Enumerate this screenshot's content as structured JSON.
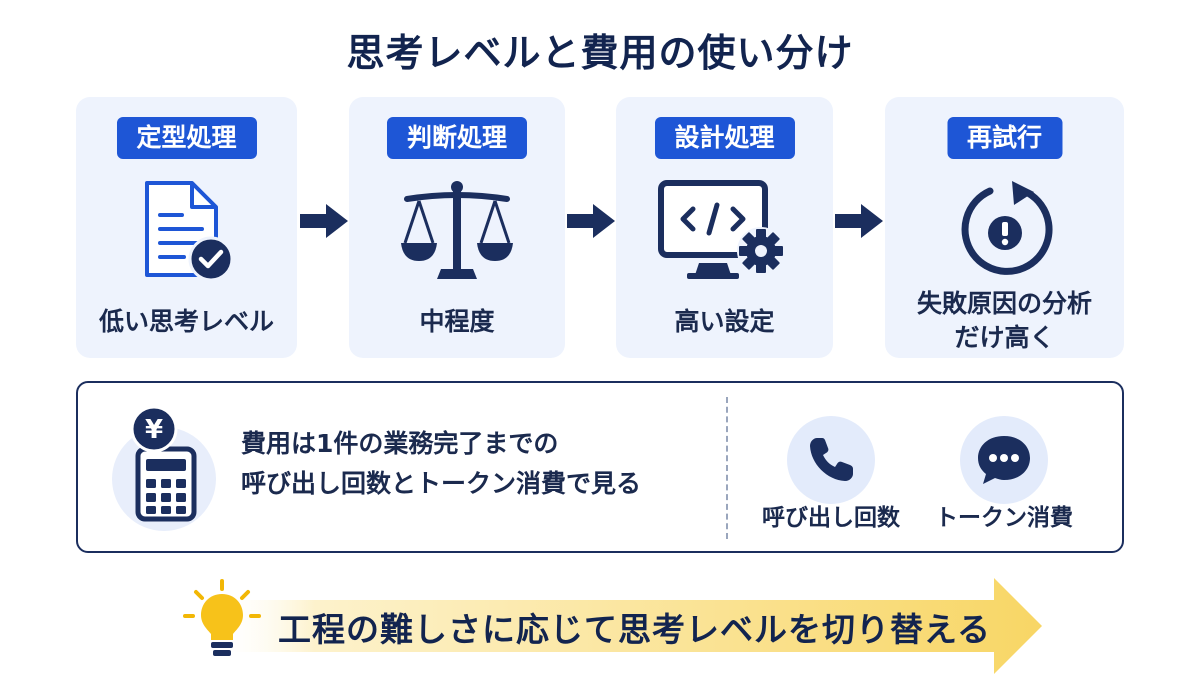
{
  "title": "思考レベルと費用の使い分け",
  "steps": [
    {
      "label": "定型処理",
      "caption": "低い思考レベル",
      "icon": "document-check-icon"
    },
    {
      "label": "判断処理",
      "caption": "中程度",
      "icon": "balance-scale-icon"
    },
    {
      "label": "設計処理",
      "caption": "高い設定",
      "icon": "code-monitor-gear-icon"
    },
    {
      "label": "再試行",
      "caption_lines": [
        "失敗原因の分析",
        "だけ高く"
      ],
      "icon": "retry-alert-icon"
    }
  ],
  "cost": {
    "currency_symbol": "¥",
    "lines": [
      "費用は1件の業務完了までの",
      "呼び出し回数とトークン消費で見る"
    ],
    "metrics": [
      {
        "label": "呼び出し回数",
        "icon": "phone-icon"
      },
      {
        "label": "トークン消費",
        "icon": "chat-bubble-icon"
      }
    ]
  },
  "banner": {
    "text": "工程の難しさに応じて思考レベルを切り替える",
    "icon": "lightbulb-icon"
  },
  "colors": {
    "accent": "#1e56d6",
    "navy": "#1b2e5e",
    "card_bg": "#eef3fd",
    "bulb": "#f7c21a",
    "banner_arrow": "#f9dc7a"
  }
}
